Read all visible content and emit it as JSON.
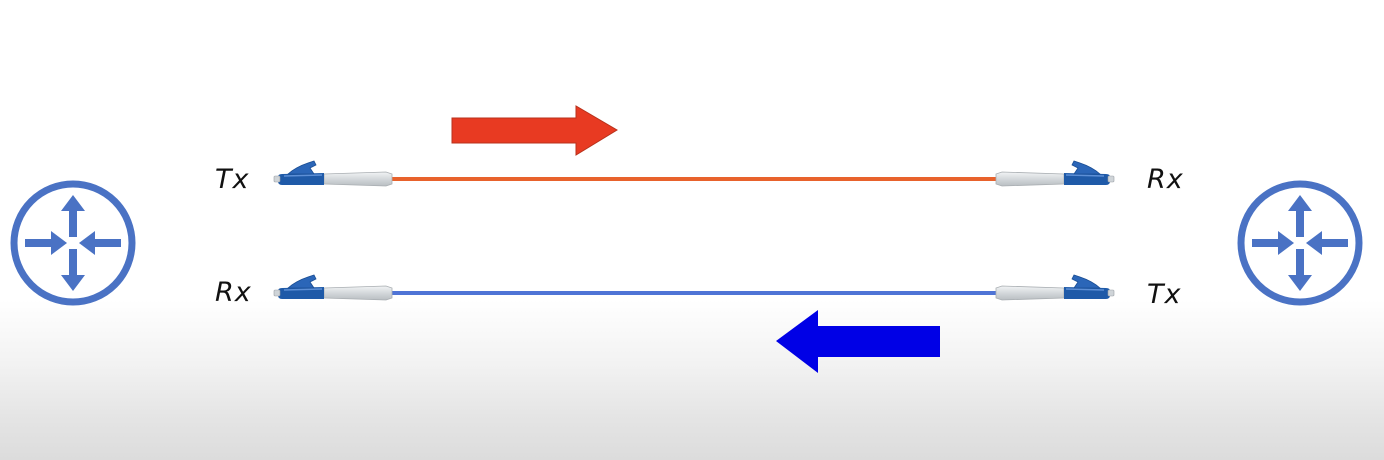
{
  "labels": {
    "left_top": "Tx",
    "left_bottom": "Rx",
    "right_top": "Rx",
    "right_bottom": "Tx"
  },
  "colors": {
    "router_blue": "#4a72c4",
    "top_fiber": "#e8622c",
    "bottom_fiber": "#4f74d6",
    "top_arrow": "#e83a22",
    "bottom_arrow": "#0000e6",
    "connector_body": "#1f5aa8",
    "connector_boot": "#d6dadd"
  },
  "icons": {
    "left_device": "router-icon",
    "right_device": "router-icon",
    "connector": "lc-fiber-connector-icon",
    "top_arrow": "arrow-right-icon",
    "bottom_arrow": "arrow-left-icon"
  }
}
